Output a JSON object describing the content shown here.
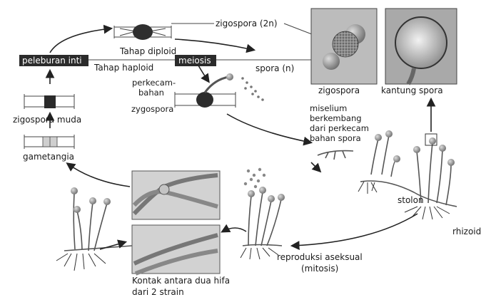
{
  "labels": {
    "zigospora_2n": "zigospora (2n)",
    "tahap_diploid": "Tahap diploid",
    "tahap_haploid": "Tahap haploid",
    "peleburan_inti": "peleburan inti",
    "meiosis": "meiosis",
    "spora_n": "spora (n)",
    "zigospora": "zigospora",
    "kantung_spora": "kantung spora",
    "perkecambahan_line1": "perkecam-",
    "perkecambahan_line2": "bahan",
    "perkecambahan_line3": "zygospora",
    "zigospora_muda": "zigospora muda",
    "gametangia": "gametangia",
    "miselium_line1": "miselium",
    "miselium_line2": "berkembang",
    "miselium_line3": "dari perkecam",
    "miselium_line4": "bahan spora",
    "stolon": "stolon",
    "rhizoid": "rhizoid",
    "reproduksi_line1": "reproduksi aseksual",
    "reproduksi_line2": "(mitosis)",
    "kontak_line1": "Kontak antara dua hifa",
    "kontak_line2": "dari 2 strain"
  },
  "colors": {
    "box_fill": "#2b2b2b",
    "zygote": "#3a3a3a",
    "photo_bg": "#bdbdbd",
    "line": "#222222"
  }
}
